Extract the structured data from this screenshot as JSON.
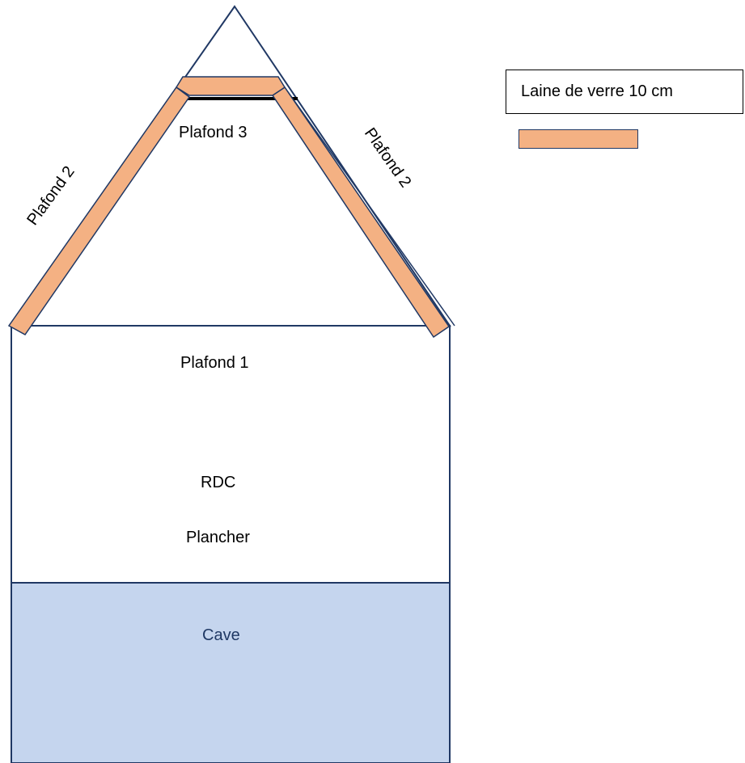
{
  "labels": {
    "plafond_3": "Plafond 3",
    "plafond_2_left": "Plafond 2",
    "plafond_2_right": "Plafond 2",
    "plafond_1": "Plafond 1",
    "rdc": "RDC",
    "plancher": "Plancher",
    "cave": "Cave"
  },
  "legend": {
    "insulation_label": "Laine de verre 10 cm"
  },
  "colors": {
    "insulation": "#f4b183",
    "insulation_outline": "#203864",
    "cave_fill": "#c5d5ee",
    "cave_text": "#1f3864",
    "outline": "#203864"
  }
}
